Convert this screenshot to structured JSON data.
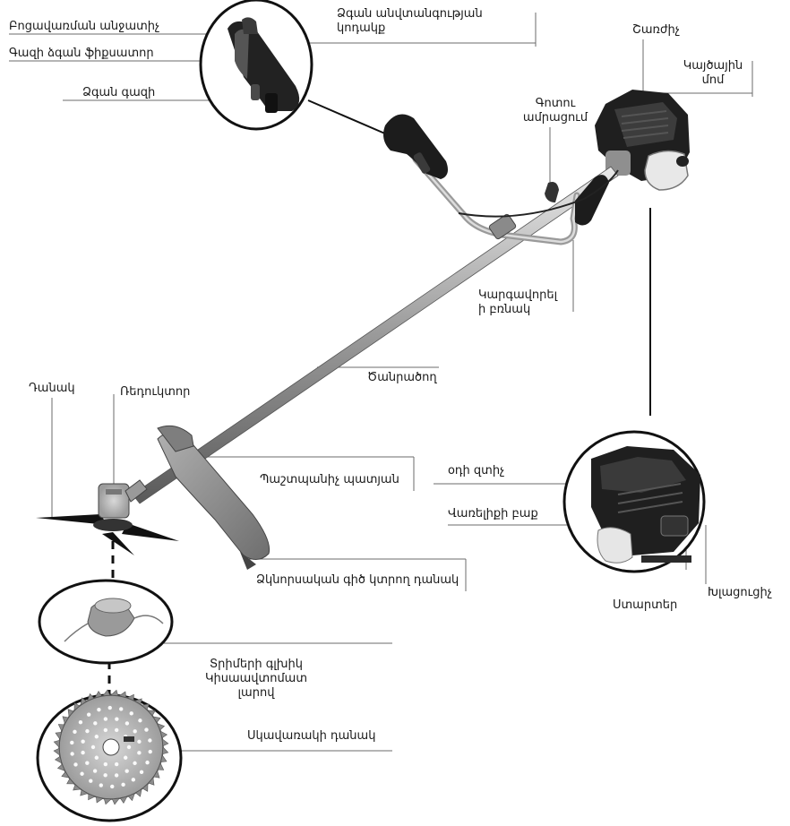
{
  "labels": {
    "throttle_lock": "Բոցավառման անջատիչ",
    "throttle_lever_lock": "Գազի ձգան ֆիքսատոր",
    "throttle_trigger": "Ձգան գազի",
    "trigger_safety_button": "Ձգան անվտանգության\nկոդակք",
    "tank": "Շառժիչ",
    "fuel_tank": "Կայծային\nմոմ",
    "strap_clip": "Գոտու\nամրացում",
    "adjust_handle": "Կարգավորել\nի բռնակ",
    "shaft": "Ծանրածող",
    "blade": "Դանակ",
    "gearbox": "Ռեդուկտոր",
    "guard": "Պաշտպանիչ պատյան",
    "line_cutter": "Ձկնորսական գիծ կտրող դանակ",
    "air_filter": "օդի զտիչ",
    "fuel_cap": "Վառելիքի բաք",
    "starter": "Ստարտեր",
    "choke": "Խլացուցիչ",
    "trimmer_head": "Տրիմերի գլխիկ\nԿիսաավտոմատ\nլարով",
    "saw_blade": "Սկավառակի դանակ"
  },
  "icons": {
    "engine": "engine-icon",
    "handle_grip": "handle-grip-icon",
    "trimmer_head": "trimmer-head-icon",
    "saw_blade": "saw-blade-icon",
    "knife_blade": "three-tooth-blade-icon",
    "guard": "guard-icon"
  }
}
